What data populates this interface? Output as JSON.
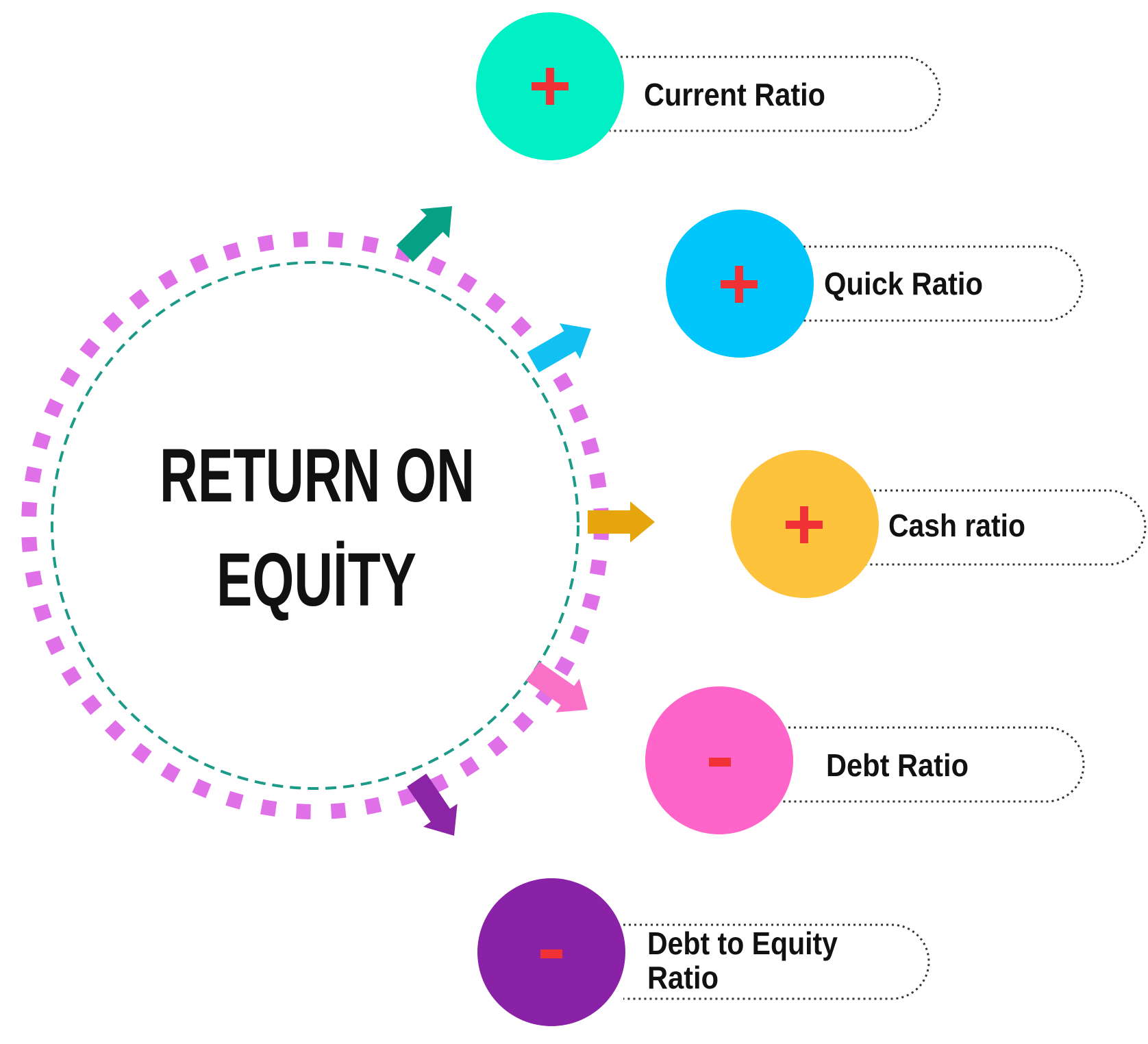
{
  "center": {
    "title_line1": "RETURN ON",
    "title_line2": "EQUİTY",
    "outer_ring_color": "#e070e8",
    "inner_ring_color": "#1a9a87"
  },
  "factors": [
    {
      "label_lines": [
        "Current Ratio"
      ],
      "sign": "+",
      "circle_color": "#00efc5",
      "arrow_color": "#06a084"
    },
    {
      "label_lines": [
        "Quick Ratio"
      ],
      "sign": "+",
      "circle_color": "#00c6fb",
      "arrow_color": "#12c0f2"
    },
    {
      "label_lines": [
        "Cash ratio"
      ],
      "sign": "+",
      "circle_color": "#fdc33c",
      "arrow_color": "#e6a50c"
    },
    {
      "label_lines": [
        "Debt Ratio"
      ],
      "sign": "-",
      "circle_color": "#ff65c8",
      "arrow_color": "#fa71c8"
    },
    {
      "label_lines": [
        "Debt to Equity",
        "Ratio"
      ],
      "sign": "-",
      "circle_color": "#8a22a8",
      "arrow_color": "#8b25a5"
    }
  ],
  "sign_color": "#f03236"
}
